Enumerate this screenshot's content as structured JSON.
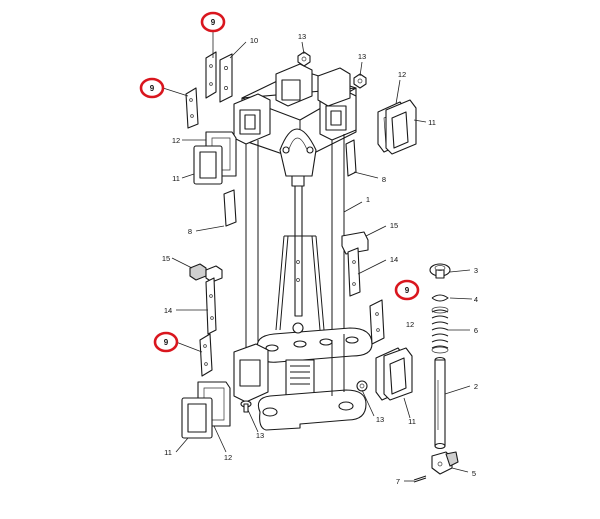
{
  "callouts": {
    "c9_top": "9",
    "c10": "10",
    "c13_top_left": "13",
    "c13_top_right": "13",
    "c9_left": "9",
    "c12_upper_right": "12",
    "c11_upper_right": "11",
    "c12_upper_left": "12",
    "c11_upper_left": "11",
    "c8_right": "8",
    "c8_left": "8",
    "c1": "1",
    "c15_right": "15",
    "c14_right": "14",
    "c15_left": "15",
    "c3": "3",
    "c9_right": "9",
    "c4": "4",
    "c14_left": "14",
    "c12_mid_right": "12",
    "c6": "6",
    "c9_lower_left": "9",
    "c2": "2",
    "c13_lower_right": "13",
    "c11_lower_right": "11",
    "c13_lower_left": "13",
    "c11_lower_left": "11",
    "c12_lower_left": "12",
    "c5": "5",
    "c7": "7"
  },
  "highlight_color": "#d9161e"
}
